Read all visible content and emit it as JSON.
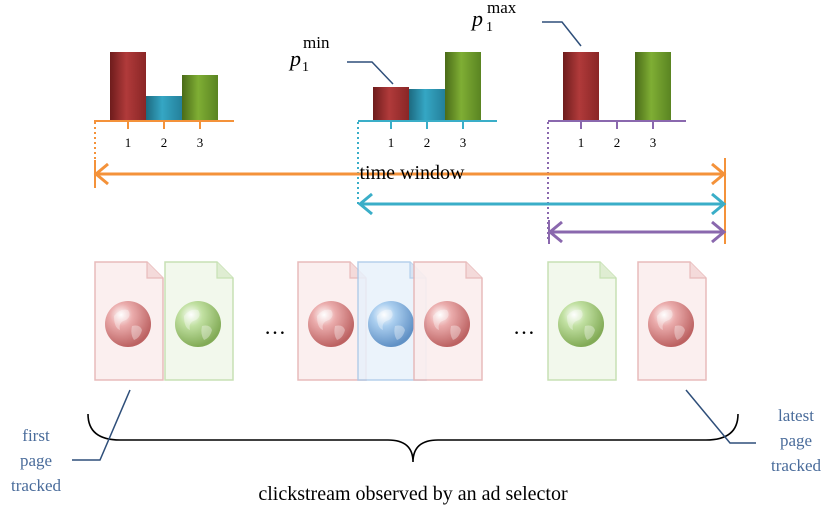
{
  "colors": {
    "red": "#a83232",
    "blue": "#2e96b0",
    "green": "#6f9a2c",
    "orange": "#f4923a",
    "cyan": "#3aaec8",
    "purple": "#8a68ae",
    "label_blue": "#4a6c9b",
    "callout": "#2f4f7a"
  },
  "histograms": [
    {
      "bars": [
        {
          "category": "1",
          "value": 1.0,
          "color": "red"
        },
        {
          "category": "2",
          "value": 0.38,
          "color": "blue"
        },
        {
          "category": "3",
          "value": 0.68,
          "color": "green"
        }
      ],
      "tick_labels": [
        "1",
        "2",
        "3"
      ]
    },
    {
      "bars": [
        {
          "category": "1",
          "value": 0.52,
          "color": "red"
        },
        {
          "category": "2",
          "value": 0.48,
          "color": "blue"
        },
        {
          "category": "3",
          "value": 1.0,
          "color": "green"
        }
      ],
      "tick_labels": [
        "1",
        "2",
        "3"
      ]
    },
    {
      "bars": [
        {
          "category": "1",
          "value": 1.0,
          "color": "red"
        },
        {
          "category": "2",
          "value": 0,
          "color": "blue"
        },
        {
          "category": "3",
          "value": 1.0,
          "color": "green"
        }
      ],
      "tick_labels": [
        "1",
        "2",
        "3"
      ]
    }
  ],
  "labels": {
    "p_min_base": "p",
    "p_min_sub": "1",
    "p_min_sup": "min",
    "p_max_base": "p",
    "p_max_sub": "1",
    "p_max_sup": "max",
    "time_window": "time window",
    "ellipsis_1": "…",
    "ellipsis_2": "…",
    "first_page": [
      "first",
      "page",
      "tracked"
    ],
    "latest_page": [
      "latest",
      "page",
      "tracked"
    ],
    "brace_caption": "clickstream observed by an ad selector"
  },
  "pages": [
    {
      "color": "red",
      "icon": "globe-page-icon"
    },
    {
      "color": "green",
      "icon": "globe-page-icon"
    },
    {
      "color": "red",
      "icon": "globe-page-icon"
    },
    {
      "color": "blue",
      "icon": "globe-page-icon"
    },
    {
      "color": "red",
      "icon": "globe-page-icon"
    },
    {
      "color": "green",
      "icon": "globe-page-icon"
    },
    {
      "color": "red",
      "icon": "globe-page-icon"
    }
  ]
}
